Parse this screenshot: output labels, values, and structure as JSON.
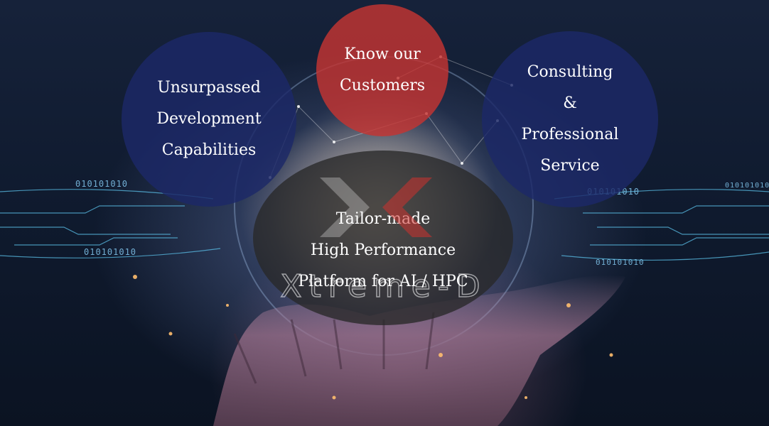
{
  "circles": {
    "left": {
      "lines": [
        "Unsurpassed",
        "Development",
        "Capabilities"
      ]
    },
    "top": {
      "lines": [
        "Know our",
        "Customers"
      ]
    },
    "right": {
      "lines": [
        "Consulting",
        "&",
        "Professional",
        "Service"
      ]
    },
    "center": {
      "lines": [
        "Tailor-made",
        "High Performance",
        "Platform for AI / HPC"
      ]
    }
  },
  "brand": {
    "wordmark": "Xtreme-D"
  },
  "decor": {
    "binary_text": "010101010",
    "binary_text_2": "010101010"
  },
  "colors": {
    "accent_red": "#c43432",
    "navy": "#1c2868",
    "dark": "#282828"
  }
}
